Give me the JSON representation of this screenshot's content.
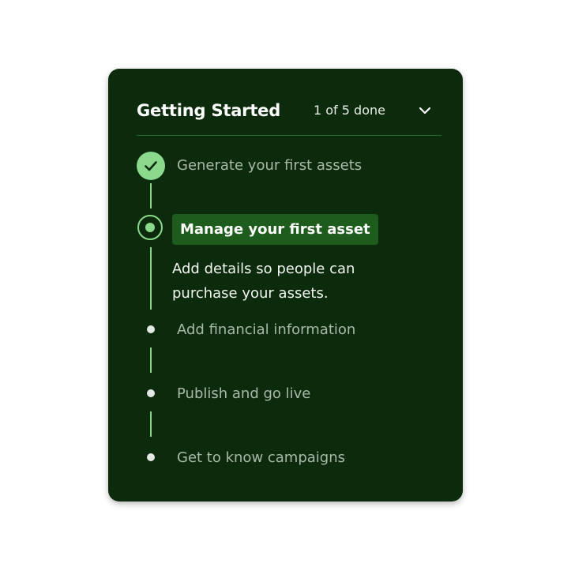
{
  "checklist": {
    "title": "Getting Started",
    "progress_text": "1 of 5 done",
    "collapse_icon": "chevron-down-icon",
    "colors": {
      "card_background": "#0c2b0c",
      "accent": "#8ad98c",
      "active_highlight": "#1d5c1d",
      "muted_text": "#a9b8a9"
    },
    "steps": [
      {
        "label": "Generate your first assets",
        "status": "done",
        "icon": "checkmark-icon"
      },
      {
        "label": "Manage your first asset",
        "status": "active",
        "description": "Add details so people can purchase your assets."
      },
      {
        "label": "Add financial information",
        "status": "pending"
      },
      {
        "label": "Publish and go live",
        "status": "pending"
      },
      {
        "label": "Get to know campaigns",
        "status": "pending"
      }
    ]
  }
}
